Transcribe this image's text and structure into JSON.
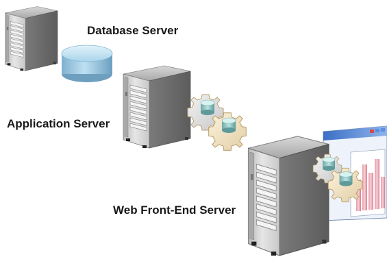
{
  "labels": {
    "database": "Database Server",
    "application": "Application Server",
    "web": "Web Front-End Server"
  }
}
